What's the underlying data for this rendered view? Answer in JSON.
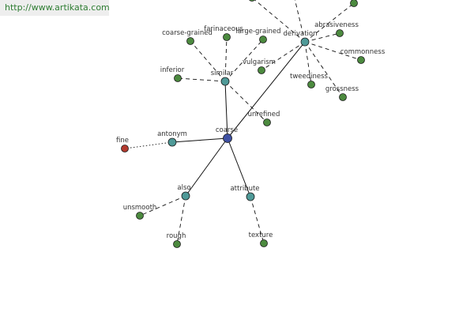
{
  "banner": {
    "url": "http://www.artikata.com"
  },
  "colors": {
    "center": "#3f51a3",
    "relation": "#4f9a98",
    "leaf": "#4c8a3f",
    "antonym_leaf": "#b23a2e",
    "edge": "#111111"
  },
  "graph": {
    "nodes": [
      {
        "id": "coarse",
        "label": "coarse",
        "kind": "center"
      },
      {
        "id": "similar",
        "label": "similar",
        "kind": "relation"
      },
      {
        "id": "derivation",
        "label": "derivation",
        "kind": "relation"
      },
      {
        "id": "antonym",
        "label": "antonym",
        "kind": "relation"
      },
      {
        "id": "also",
        "label": "also",
        "kind": "relation"
      },
      {
        "id": "attribute",
        "label": "attribute",
        "kind": "relation"
      },
      {
        "id": "coarse-grained",
        "label": "coarse-grained",
        "kind": "leaf"
      },
      {
        "id": "farinaceous",
        "label": "farinaceous",
        "kind": "leaf"
      },
      {
        "id": "large-grained",
        "label": "large-grained",
        "kind": "leaf"
      },
      {
        "id": "inferior",
        "label": "inferior",
        "kind": "leaf"
      },
      {
        "id": "vulgarism",
        "label": "vulgarism",
        "kind": "leaf"
      },
      {
        "id": "unrefined",
        "label": "unrefined",
        "kind": "leaf"
      },
      {
        "id": "abrasiveness",
        "label": "abrasiveness",
        "kind": "leaf"
      },
      {
        "id": "commonness",
        "label": "commonness",
        "kind": "leaf"
      },
      {
        "id": "tweediness",
        "label": "tweediness",
        "kind": "leaf"
      },
      {
        "id": "grossness",
        "label": "grossness",
        "kind": "leaf"
      },
      {
        "id": "deriv-top-1",
        "label": "",
        "kind": "leaf"
      },
      {
        "id": "deriv-top-2",
        "label": "",
        "kind": "leaf"
      },
      {
        "id": "fine",
        "label": "fine",
        "kind": "antonym_leaf"
      },
      {
        "id": "unsmooth",
        "label": "unsmooth",
        "kind": "leaf"
      },
      {
        "id": "rough",
        "label": "rough",
        "kind": "leaf"
      },
      {
        "id": "texture",
        "label": "texture",
        "kind": "leaf"
      }
    ],
    "edges": [
      {
        "from": "coarse",
        "to": "similar",
        "style": "solid"
      },
      {
        "from": "coarse",
        "to": "derivation",
        "style": "solid"
      },
      {
        "from": "coarse",
        "to": "antonym",
        "style": "solid"
      },
      {
        "from": "coarse",
        "to": "also",
        "style": "solid"
      },
      {
        "from": "coarse",
        "to": "attribute",
        "style": "solid"
      },
      {
        "from": "similar",
        "to": "coarse-grained",
        "style": "dashed"
      },
      {
        "from": "similar",
        "to": "farinaceous",
        "style": "dashed"
      },
      {
        "from": "similar",
        "to": "large-grained",
        "style": "dashed"
      },
      {
        "from": "similar",
        "to": "inferior",
        "style": "dashed"
      },
      {
        "from": "similar",
        "to": "unrefined",
        "style": "dashed"
      },
      {
        "from": "derivation",
        "to": "vulgarism",
        "style": "dashed"
      },
      {
        "from": "derivation",
        "to": "abrasiveness",
        "style": "dashed"
      },
      {
        "from": "derivation",
        "to": "commonness",
        "style": "dashed"
      },
      {
        "from": "derivation",
        "to": "tweediness",
        "style": "dashed"
      },
      {
        "from": "derivation",
        "to": "grossness",
        "style": "dashed"
      },
      {
        "from": "derivation",
        "to": "deriv-top-1",
        "style": "dashed"
      },
      {
        "from": "derivation",
        "to": "deriv-top-2",
        "style": "dashed"
      },
      {
        "from": "derivation",
        "to": "deriv-top-3",
        "style": "dashed"
      },
      {
        "from": "antonym",
        "to": "fine",
        "style": "dotted"
      },
      {
        "from": "also",
        "to": "unsmooth",
        "style": "dashed"
      },
      {
        "from": "also",
        "to": "rough",
        "style": "dashed"
      },
      {
        "from": "attribute",
        "to": "texture",
        "style": "dashed"
      }
    ]
  }
}
